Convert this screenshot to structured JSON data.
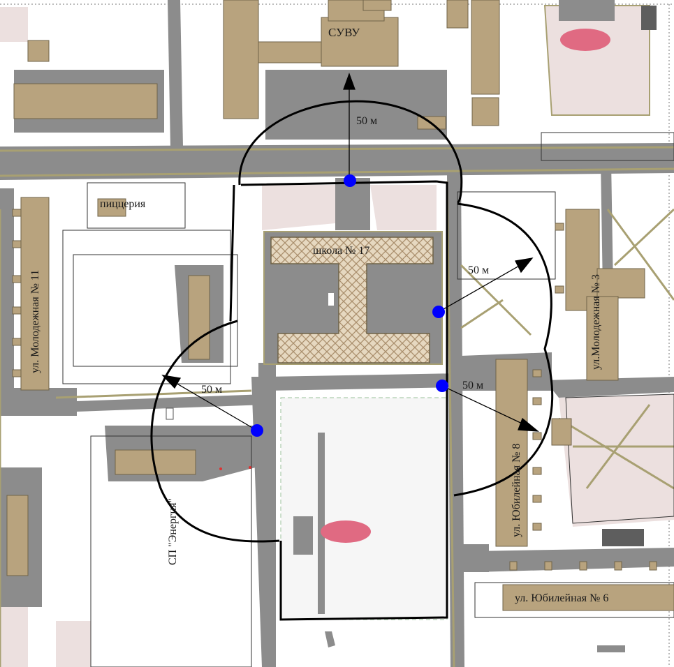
{
  "labels": {
    "suvu": "СУВУ",
    "pizzeria": "пиццерия",
    "school": "школа № 17",
    "energy": "СП \"Энергия\"",
    "molodezhnaya11": "ул. Молодежная № 11",
    "molodezhnaya3": "ул.Молодежная № 3",
    "yubileynaya8": "ул. Юбилейная № 8",
    "yubileynaya6": "ул. Юбилейная № 6"
  },
  "distances": {
    "north": "50 м",
    "east": "50 м",
    "southeast": "50 м",
    "west": "50 м"
  },
  "colors": {
    "background": "#ffffff",
    "road": "#8c8c8c",
    "building": "#b8a37e",
    "pink_area": "#ece0df",
    "olive_line": "#a8a072",
    "school_hatch_bg": "#e6d8c0",
    "school_hatch_line": "#a98e6c",
    "point": "#0000ff",
    "oval": "#e06a82",
    "boundary": "#000000"
  },
  "legend": {
    "point_icon": "blue-circle-icon",
    "arrow_icon": "arrowhead-icon"
  }
}
